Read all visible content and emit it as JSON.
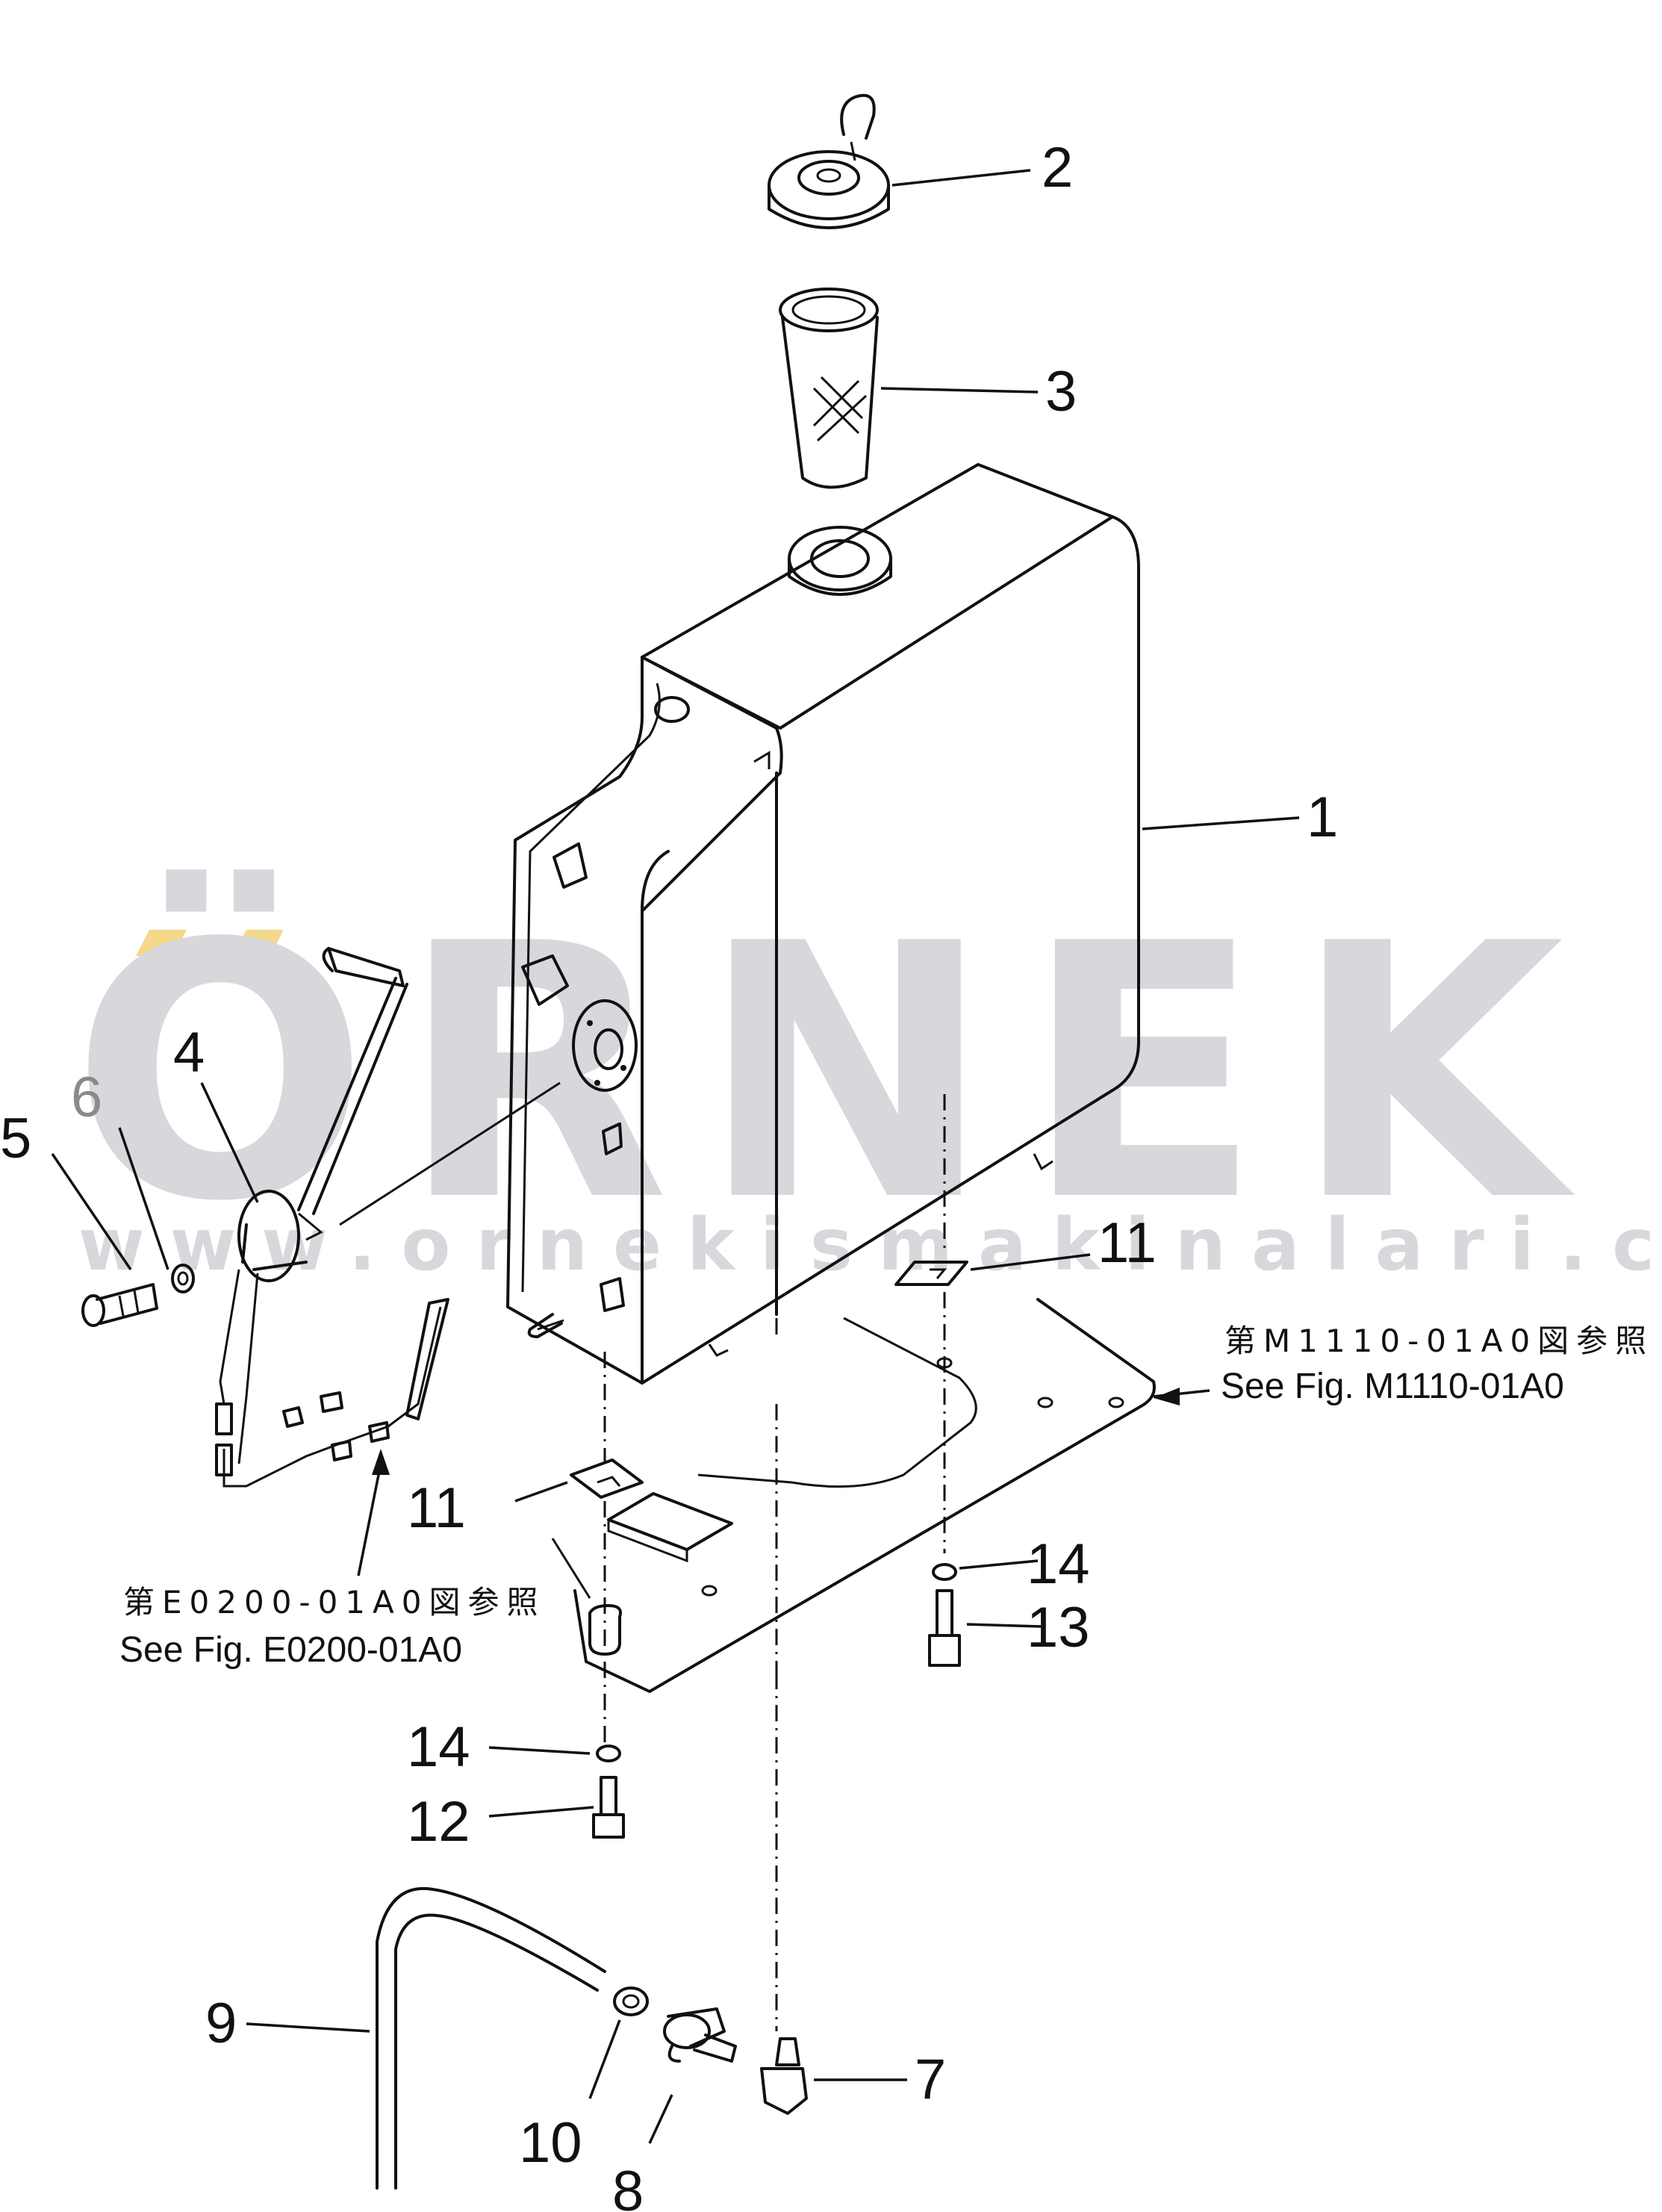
{
  "watermark": {
    "brand": "ÖRNEK",
    "url": "www.ornekismakinalari.com.tr",
    "brand_color": "#d8d7dc",
    "umlaut_color": "#f3d98a"
  },
  "callouts": [
    "1",
    "2",
    "3",
    "4",
    "5",
    "6",
    "7",
    "8",
    "9",
    "10",
    "11",
    "11",
    "12",
    "13",
    "14",
    "14"
  ],
  "references": {
    "electrical": {
      "jp": "第E0200-01A0図参照",
      "en": "See Fig. E0200-01A0"
    },
    "mounting": {
      "jp": "第M1110-01A0図参照",
      "en": "See Fig. M1110-01A0"
    }
  }
}
